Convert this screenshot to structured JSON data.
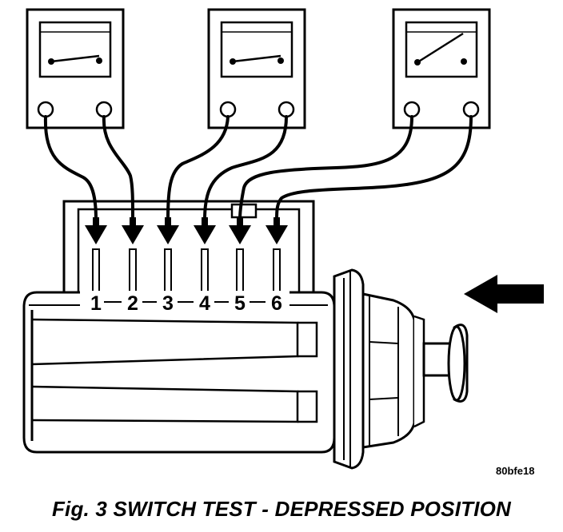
{
  "diagram": {
    "pin_labels": [
      "1",
      "2",
      "3",
      "4",
      "5",
      "6"
    ],
    "meters": [
      {
        "id": "meter-1",
        "needle_state": "closed",
        "leads_to_pins": [
          "1",
          "2"
        ]
      },
      {
        "id": "meter-2",
        "needle_state": "closed",
        "leads_to_pins": [
          "3",
          "4"
        ]
      },
      {
        "id": "meter-3",
        "needle_state": "open",
        "leads_to_pins": [
          "5",
          "6"
        ]
      }
    ],
    "reference_code": "80bfe18",
    "caption": "Fig. 3 SWITCH TEST - DEPRESSED POSITION",
    "push_arrow": "pointing-left"
  }
}
